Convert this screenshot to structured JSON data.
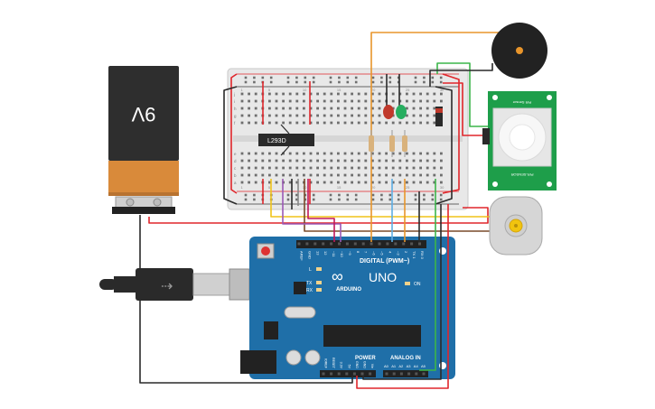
{
  "battery": {
    "label": "9V"
  },
  "driver_chip": {
    "label": "L293D"
  },
  "arduino": {
    "brand": "ARDUINO",
    "model": "UNO",
    "digital_header": "DIGITAL (PWM~)",
    "power_header": "POWER",
    "analog_header": "ANALOG IN",
    "on_label": "ON",
    "l_label": "L",
    "tx_label": "TX",
    "rx_label": "RX",
    "digital_pins": [
      "AREF",
      "GND",
      "13",
      "12",
      "~11",
      "~10",
      "~9",
      "8",
      "7",
      "~6",
      "~5",
      "4",
      "~3",
      "2",
      "TX 1",
      "RX 0"
    ],
    "power_pins": [
      "IOREF",
      "RESET",
      "3.3V",
      "5V",
      "GND",
      "GND",
      "Vin"
    ],
    "analog_pins": [
      "A0",
      "A1",
      "A2",
      "A3",
      "A4",
      "A5"
    ]
  },
  "pir_sensor": {
    "top_label": "PIR Sensor",
    "bottom_label": "PIR-SENSOR"
  },
  "breadboard": {
    "row_letters_top": [
      "j",
      "i",
      "h",
      "g",
      "f"
    ],
    "row_letters_bottom": [
      "e",
      "d",
      "c",
      "b",
      "a"
    ],
    "column_numbers": [
      "1",
      "5",
      "10",
      "15",
      "20",
      "25",
      "30"
    ]
  },
  "colors": {
    "wire_red": "#e0262b",
    "wire_black": "#2a2a2a",
    "wire_orange": "#e8952b",
    "wire_yellow": "#f0c419",
    "wire_purple": "#9b59b6",
    "wire_green": "#3cb54a",
    "wire_blue": "#5dade2",
    "arduino_blue": "#1f6fa8",
    "pir_green": "#1e9e4a",
    "battery_orange": "#d98a3a"
  }
}
